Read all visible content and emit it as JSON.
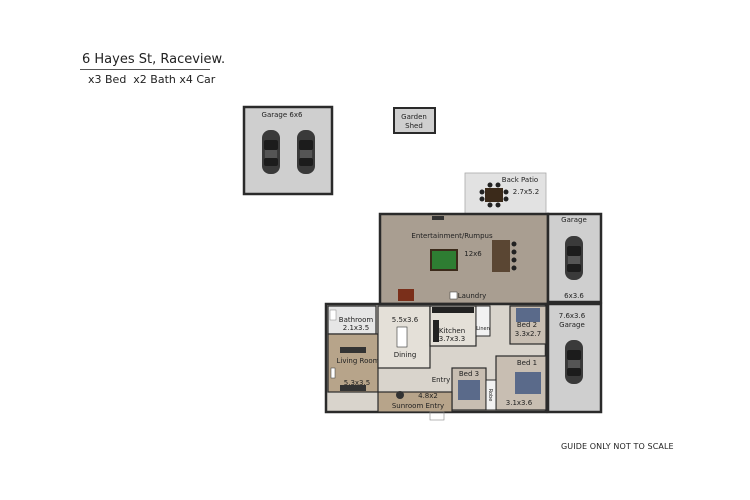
{
  "header": {
    "address": "6 Hayes St, Raceview.",
    "summary": "x3 Bed  x2 Bath x4 Car"
  },
  "footer": {
    "disclaimer": "GUIDE ONLY NOT TO SCALE"
  },
  "rooms": {
    "garage_main": "Garage 6x6",
    "garden_shed_1": "Garden",
    "garden_shed_2": "Shed",
    "back_patio": "Back Patio",
    "back_patio_size": "2.7x5.2",
    "entertainment": "Entertainment/Rumpus",
    "entertainment_size": "12x6",
    "garage_side_top": "Garage",
    "garage_side_top_size": "6x3.6",
    "laundry": "Laundry",
    "bathroom": "Bathroom",
    "bathroom_size": "2.1x3.5",
    "dining_size": "5.5x3.6",
    "dining": "Dining",
    "kitchen": "Kitchen",
    "kitchen_size": "3.7x3.3",
    "linen": "Linen",
    "bed2": "Bed 2",
    "bed2_size": "3.3x2.7",
    "garage_side_bottom_size": "7.6x3.6",
    "garage_side_bottom": "Garage",
    "living_room": "Living Room",
    "living_room_size": "5.3x3.5",
    "bed1": "Bed 1",
    "bed1_size": "3.1x3.6",
    "entry": "Entry",
    "bed3": "Bed 3",
    "robe": "Robe",
    "sunroom_size": "4.8x2",
    "sunroom": "Sunroom Entry"
  },
  "colors": {
    "floor_dark": "#a99e91",
    "floor_light": "#d9d4cc",
    "floor_grey": "#cfcfcf",
    "wall": "#2a2a2a",
    "car": "#3a3a3a",
    "bed": "#5a6a8a",
    "pool_table": "#2e7d32"
  }
}
